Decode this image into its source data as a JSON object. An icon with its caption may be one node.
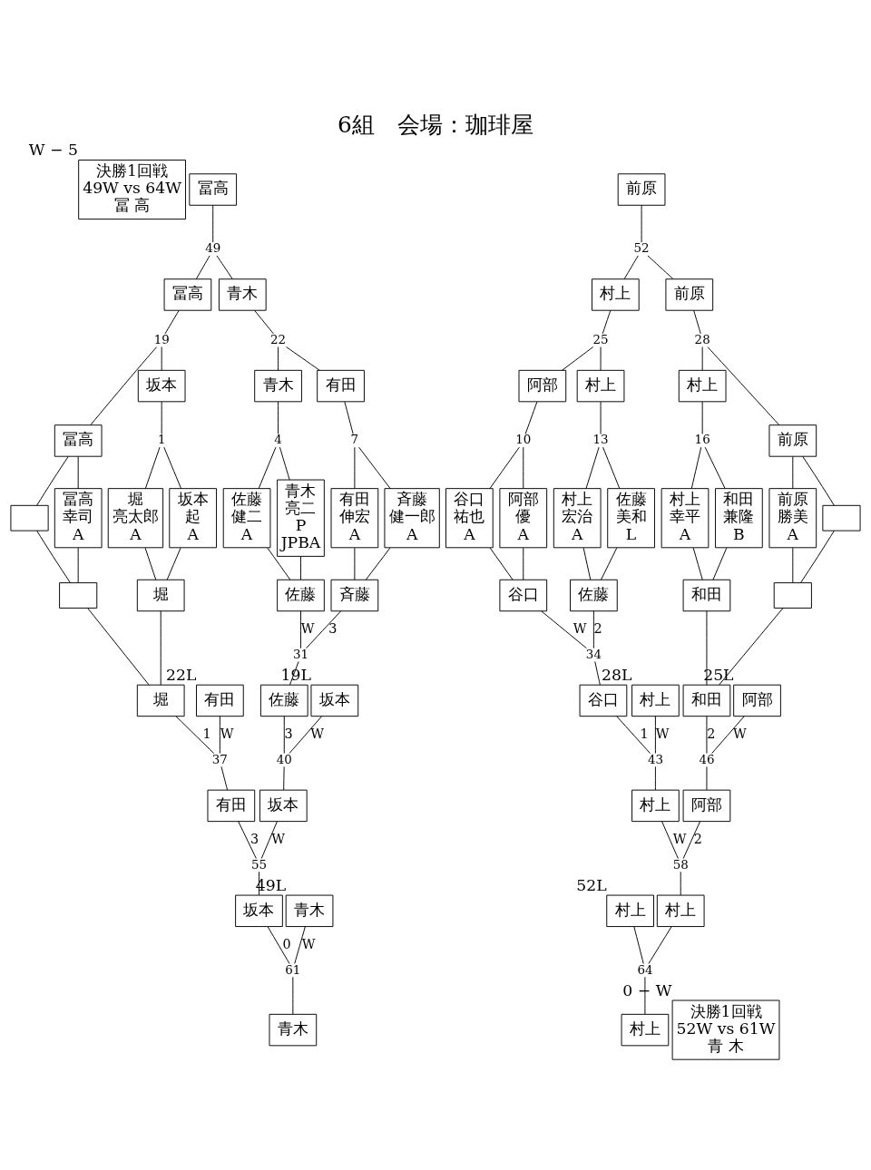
{
  "diagram": {
    "title": "6組　会場：珈琲屋",
    "nodes": [
      {
        "text": [
          "決勝1回戦",
          "49W vs 64W",
          "冨 高"
        ],
        "beside": [
          "W − 5"
        ]
      },
      {
        "text": [
          "冨高"
        ]
      },
      {
        "text": [
          "49"
        ]
      },
      {
        "text": [
          "冨高"
        ]
      },
      {
        "text": [
          "青木"
        ]
      },
      {
        "text": [
          "19"
        ]
      },
      {
        "text": [
          "22"
        ]
      },
      {
        "text": [
          "冨高"
        ]
      },
      {
        "text": [
          "坂本"
        ]
      },
      {
        "text": [
          "青木"
        ]
      },
      {
        "text": [
          "有田"
        ]
      },
      {
        "text": [
          "1"
        ]
      },
      {
        "text": [
          "4"
        ]
      },
      {
        "text": [
          "7"
        ]
      },
      {
        "text": [
          "前原"
        ]
      },
      {
        "text": [
          "52"
        ]
      },
      {
        "text": [
          "村上"
        ]
      },
      {
        "text": [
          "前原"
        ]
      },
      {
        "text": [
          "25"
        ]
      },
      {
        "text": [
          "28"
        ]
      },
      {
        "text": [
          "阿部"
        ]
      },
      {
        "text": [
          "村上"
        ]
      },
      {
        "text": [
          "村上"
        ]
      },
      {
        "text": [
          "前原"
        ]
      },
      {
        "text": [
          "10"
        ]
      },
      {
        "text": [
          "13"
        ]
      },
      {
        "text": [
          "16"
        ]
      },
      {
        "text": [],
        "shape": "box"
      },
      {
        "text": [
          "冨高",
          "幸司",
          "A"
        ]
      },
      {
        "text": [
          "堀",
          "亮太郎",
          "A"
        ]
      },
      {
        "text": [
          "坂本",
          "起",
          "A"
        ]
      },
      {
        "text": [
          "佐藤",
          "健二",
          "A"
        ]
      },
      {
        "text": [
          "青木",
          "亮二",
          "P",
          "JPBA"
        ]
      },
      {
        "text": [
          "有田",
          "伸宏",
          "A"
        ]
      },
      {
        "text": [
          "斉藤",
          "健一郎",
          "A"
        ]
      },
      {
        "text": [
          "谷口",
          "祐也",
          "A"
        ]
      },
      {
        "text": [
          "阿部",
          "優",
          "A"
        ]
      },
      {
        "text": [
          "村上",
          "宏治",
          "A"
        ]
      },
      {
        "text": [
          "佐藤",
          "美和",
          "L"
        ]
      },
      {
        "text": [
          "村上",
          "幸平",
          "A"
        ]
      },
      {
        "text": [
          "和田",
          "兼隆",
          "B"
        ]
      },
      {
        "text": [
          "前原",
          "勝美",
          "A"
        ]
      },
      {
        "text": [],
        "shape": "box"
      },
      {
        "text": [],
        "shape": "box"
      },
      {
        "text": [
          "堀"
        ]
      },
      {
        "text": [
          "佐藤"
        ]
      },
      {
        "text": [
          "斉藤"
        ]
      },
      {
        "text": [
          "谷口"
        ]
      },
      {
        "text": [
          "佐藤"
        ]
      },
      {
        "text": [
          "和田"
        ]
      },
      {
        "text": [],
        "shape": "box"
      },
      {
        "text": [
          "31"
        ]
      },
      {
        "text": [
          "34"
        ]
      },
      {
        "text": [
          "堀"
        ]
      },
      {
        "text": [
          "有田"
        ],
        "beside": [
          "22L"
        ]
      },
      {
        "text": [
          "佐藤"
        ]
      },
      {
        "text": [
          "坂本"
        ],
        "beside": [
          "19L"
        ]
      },
      {
        "text": [
          "谷口"
        ]
      },
      {
        "text": [
          "村上"
        ],
        "beside": [
          "28L"
        ]
      },
      {
        "text": [
          "和田"
        ]
      },
      {
        "text": [
          "阿部"
        ],
        "beside": [
          "25L"
        ]
      },
      {
        "text": [
          "37"
        ]
      },
      {
        "text": [
          "40"
        ]
      },
      {
        "text": [
          "43"
        ]
      },
      {
        "text": [
          "46"
        ]
      },
      {
        "text": [
          "有田"
        ]
      },
      {
        "text": [
          "坂本"
        ]
      },
      {
        "text": [
          "村上"
        ]
      },
      {
        "text": [
          "阿部"
        ]
      },
      {
        "text": [
          "55"
        ]
      },
      {
        "text": [
          "58"
        ]
      },
      {
        "text": [
          "青木"
        ],
        "beside": [
          "49L"
        ]
      },
      {
        "text": [
          "坂本"
        ]
      },
      {
        "text": [
          "村上"
        ],
        "beside": [
          "52L"
        ]
      },
      {
        "text": [
          "村上"
        ]
      },
      {
        "text": [
          "61"
        ]
      },
      {
        "text": [
          "64"
        ]
      },
      {
        "text": [
          "青木"
        ]
      },
      {
        "text": [
          "村上"
        ]
      },
      {
        "text": [
          "決勝1回戦",
          "52W vs 61W",
          "青 木"
        ],
        "beside": [
          "0 − W"
        ]
      }
    ],
    "edges": [
      {
        "from": 1,
        "to": 2,
        "arrow": "none"
      },
      {
        "from": 2,
        "to": 3,
        "arrow": "none"
      },
      {
        "from": 2,
        "to": 4,
        "arrow": "none"
      },
      {
        "from": 3,
        "to": 5,
        "arrow": "none"
      },
      {
        "from": 5,
        "to": 7,
        "arrow": "none"
      },
      {
        "from": 5,
        "to": 8,
        "arrow": "none"
      },
      {
        "from": 4,
        "to": 6,
        "arrow": "none"
      },
      {
        "from": 6,
        "to": 9,
        "arrow": "none"
      },
      {
        "from": 6,
        "to": 10,
        "arrow": "none"
      },
      {
        "from": 7,
        "to": 27,
        "arrow": "none"
      },
      {
        "from": 7,
        "to": 28,
        "arrow": "none"
      },
      {
        "from": 8,
        "to": 11,
        "arrow": "none"
      },
      {
        "from": 11,
        "to": 29,
        "arrow": "none"
      },
      {
        "from": 11,
        "to": 30,
        "arrow": "none"
      },
      {
        "from": 9,
        "to": 12,
        "arrow": "none"
      },
      {
        "from": 12,
        "to": 31,
        "arrow": "none"
      },
      {
        "from": 12,
        "to": 32,
        "arrow": "none"
      },
      {
        "from": 10,
        "to": 13,
        "arrow": "none"
      },
      {
        "from": 13,
        "to": 33,
        "arrow": "none"
      },
      {
        "from": 13,
        "to": 34,
        "arrow": "none"
      },
      {
        "from": 14,
        "to": 15,
        "arrow": "none"
      },
      {
        "from": 15,
        "to": 16,
        "arrow": "none"
      },
      {
        "from": 15,
        "to": 17,
        "arrow": "none"
      },
      {
        "from": 16,
        "to": 18,
        "arrow": "none"
      },
      {
        "from": 18,
        "to": 20,
        "arrow": "none"
      },
      {
        "from": 18,
        "to": 21,
        "arrow": "none"
      },
      {
        "from": 17,
        "to": 19,
        "arrow": "none"
      },
      {
        "from": 19,
        "to": 22,
        "arrow": "none"
      },
      {
        "from": 19,
        "to": 23,
        "arrow": "none"
      },
      {
        "from": 20,
        "to": 24,
        "arrow": "none"
      },
      {
        "from": 24,
        "to": 35,
        "arrow": "none"
      },
      {
        "from": 24,
        "to": 36,
        "arrow": "none"
      },
      {
        "from": 21,
        "to": 25,
        "arrow": "none"
      },
      {
        "from": 25,
        "to": 37,
        "arrow": "none"
      },
      {
        "from": 25,
        "to": 38,
        "arrow": "none"
      },
      {
        "from": 22,
        "to": 26,
        "arrow": "none"
      },
      {
        "from": 26,
        "to": 39,
        "arrow": "none"
      },
      {
        "from": 26,
        "to": 40,
        "arrow": "none"
      },
      {
        "from": 23,
        "to": 41,
        "arrow": "none"
      },
      {
        "from": 23,
        "to": 42,
        "arrow": "none"
      },
      {
        "from": 27,
        "to": 43,
        "arrow": "none"
      },
      {
        "from": 28,
        "to": 43,
        "arrow": "none"
      },
      {
        "from": 29,
        "to": 44,
        "arrow": "none"
      },
      {
        "from": 30,
        "to": 44,
        "arrow": "none"
      },
      {
        "from": 31,
        "to": 45,
        "arrow": "none"
      },
      {
        "from": 32,
        "to": 45,
        "arrow": "none"
      },
      {
        "from": 33,
        "to": 46,
        "arrow": "none"
      },
      {
        "from": 34,
        "to": 46,
        "arrow": "none"
      },
      {
        "from": 35,
        "to": 47,
        "arrow": "none"
      },
      {
        "from": 36,
        "to": 47,
        "arrow": "none"
      },
      {
        "from": 37,
        "to": 48,
        "arrow": "none"
      },
      {
        "from": 38,
        "to": 48,
        "arrow": "none"
      },
      {
        "from": 39,
        "to": 49,
        "arrow": "none"
      },
      {
        "from": 40,
        "to": 49,
        "arrow": "none"
      },
      {
        "from": 41,
        "to": 50,
        "arrow": "none"
      },
      {
        "from": 42,
        "to": 50,
        "arrow": "none"
      },
      {
        "from": 43,
        "to": 53,
        "arrow": "none"
      },
      {
        "from": 44,
        "to": 53,
        "arrow": "none"
      },
      {
        "from": 45,
        "to": 51,
        "arrow": "none",
        "label": "W"
      },
      {
        "from": 46,
        "to": 51,
        "arrow": "none",
        "label": "3"
      },
      {
        "from": 51,
        "to": 55,
        "arrow": "none"
      },
      {
        "from": 47,
        "to": 52,
        "arrow": "none",
        "label": "W"
      },
      {
        "from": 48,
        "to": 52,
        "arrow": "none",
        "label": "2"
      },
      {
        "from": 52,
        "to": 57,
        "arrow": "none"
      },
      {
        "from": 49,
        "to": 59,
        "arrow": "none"
      },
      {
        "from": 50,
        "to": 59,
        "arrow": "none"
      },
      {
        "from": 53,
        "to": 61,
        "arrow": "none",
        "label": "1"
      },
      {
        "from": 54,
        "to": 61,
        "arrow": "none",
        "label": "W"
      },
      {
        "from": 61,
        "to": 65,
        "arrow": "none"
      },
      {
        "from": 55,
        "to": 62,
        "arrow": "none",
        "label": "3"
      },
      {
        "from": 56,
        "to": 62,
        "arrow": "none",
        "label": "W"
      },
      {
        "from": 62,
        "to": 66,
        "arrow": "none"
      },
      {
        "from": 57,
        "to": 63,
        "arrow": "none",
        "label": "1"
      },
      {
        "from": 58,
        "to": 63,
        "arrow": "none",
        "label": "W"
      },
      {
        "from": 63,
        "to": 67,
        "arrow": "none"
      },
      {
        "from": 59,
        "to": 64,
        "arrow": "none",
        "label": "2"
      },
      {
        "from": 60,
        "to": 64,
        "arrow": "none",
        "label": "W"
      },
      {
        "from": 64,
        "to": 68,
        "arrow": "none"
      },
      {
        "from": 65,
        "to": 69,
        "arrow": "none",
        "label": "3"
      },
      {
        "from": 66,
        "to": 69,
        "arrow": "none",
        "label": "W"
      },
      {
        "from": 69,
        "to": 72,
        "arrow": "none"
      },
      {
        "from": 67,
        "to": 70,
        "arrow": "none",
        "label": "W"
      },
      {
        "from": 68,
        "to": 70,
        "arrow": "none",
        "label": "2"
      },
      {
        "from": 70,
        "to": 74,
        "arrow": "none"
      },
      {
        "from": 71,
        "to": 75,
        "arrow": "none",
        "label": "W"
      },
      {
        "from": 72,
        "to": 75,
        "arrow": "none",
        "label": "0"
      },
      {
        "from": 75,
        "to": 77,
        "arrow": "none"
      },
      {
        "from": 73,
        "to": 76,
        "arrow": "none"
      },
      {
        "from": 74,
        "to": 76,
        "arrow": "none"
      },
      {
        "from": 76,
        "to": 78,
        "arrow": "none"
      }
    ]
  }
}
